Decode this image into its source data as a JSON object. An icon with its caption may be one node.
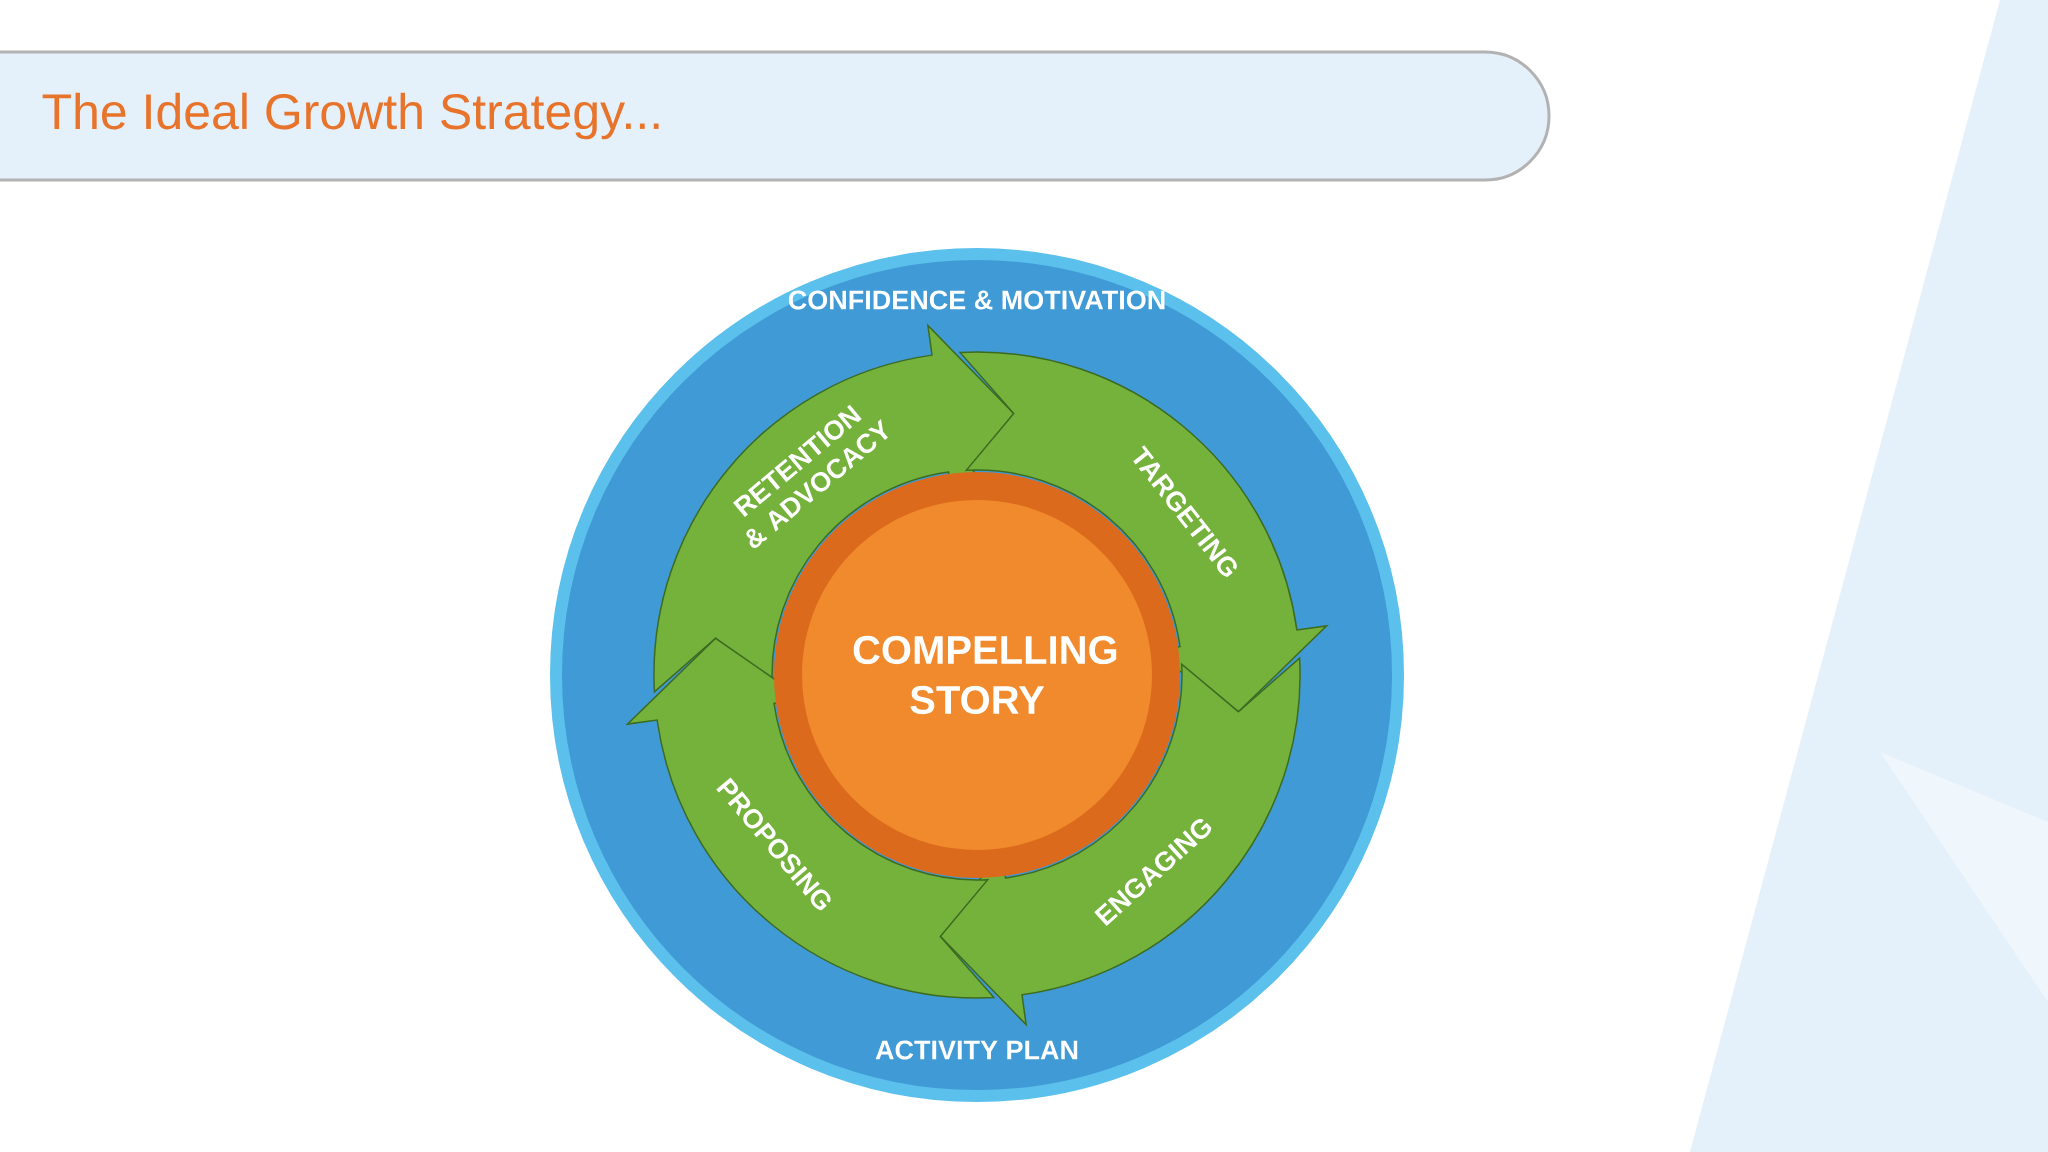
{
  "diagram": {
    "title": "The Ideal Growth Strategy...",
    "nodes": [
      {
        "text": [
          "CONFIDENCE & MOTIVATION",
          "ACTIVITY PLAN"
        ]
      },
      {
        "text": [
          "RETENTION & ADVOCACY"
        ],
        "in": 0
      },
      {
        "text": [
          "TARGETING"
        ],
        "in": 0
      },
      {
        "text": [
          "ENGAGING"
        ],
        "in": 0
      },
      {
        "text": [
          "PROPOSING"
        ],
        "in": 0
      },
      {
        "text": [
          "COMPELLING STORY"
        ],
        "in": 0
      }
    ]
  }
}
